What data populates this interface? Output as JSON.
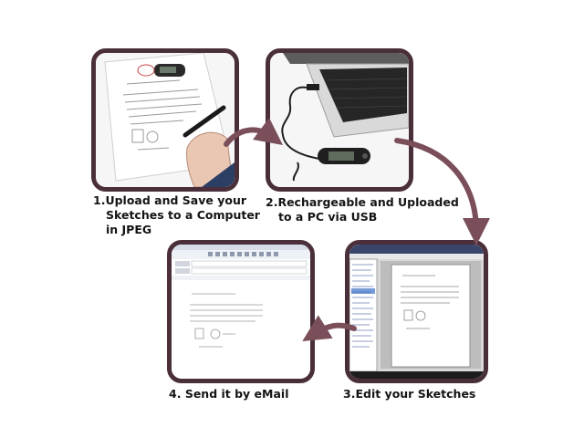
{
  "steps": [
    {
      "number": "1.",
      "lines": [
        "Upload and Save your",
        "Sketches to a Computer",
        "in JPEG"
      ]
    },
    {
      "number": "2.",
      "lines": [
        "Rechargeable and Uploaded",
        "to a PC via USB"
      ]
    },
    {
      "number": "3.",
      "lines": [
        "Edit your Sketches"
      ]
    },
    {
      "number": "4.",
      "lines": [
        "Send it by eMail"
      ]
    }
  ],
  "colors": {
    "frame_border": "#4a2f3a",
    "arrow": "#7a4f5a",
    "caption_text": "#141414"
  },
  "icons": {
    "frame1": "hand-writing-with-digital-pen-icon",
    "frame2": "laptop-with-usb-receiver-icon",
    "frame3": "image-editor-window-icon",
    "frame4": "email-client-window-icon",
    "flow": "curved-arrow-icon"
  }
}
